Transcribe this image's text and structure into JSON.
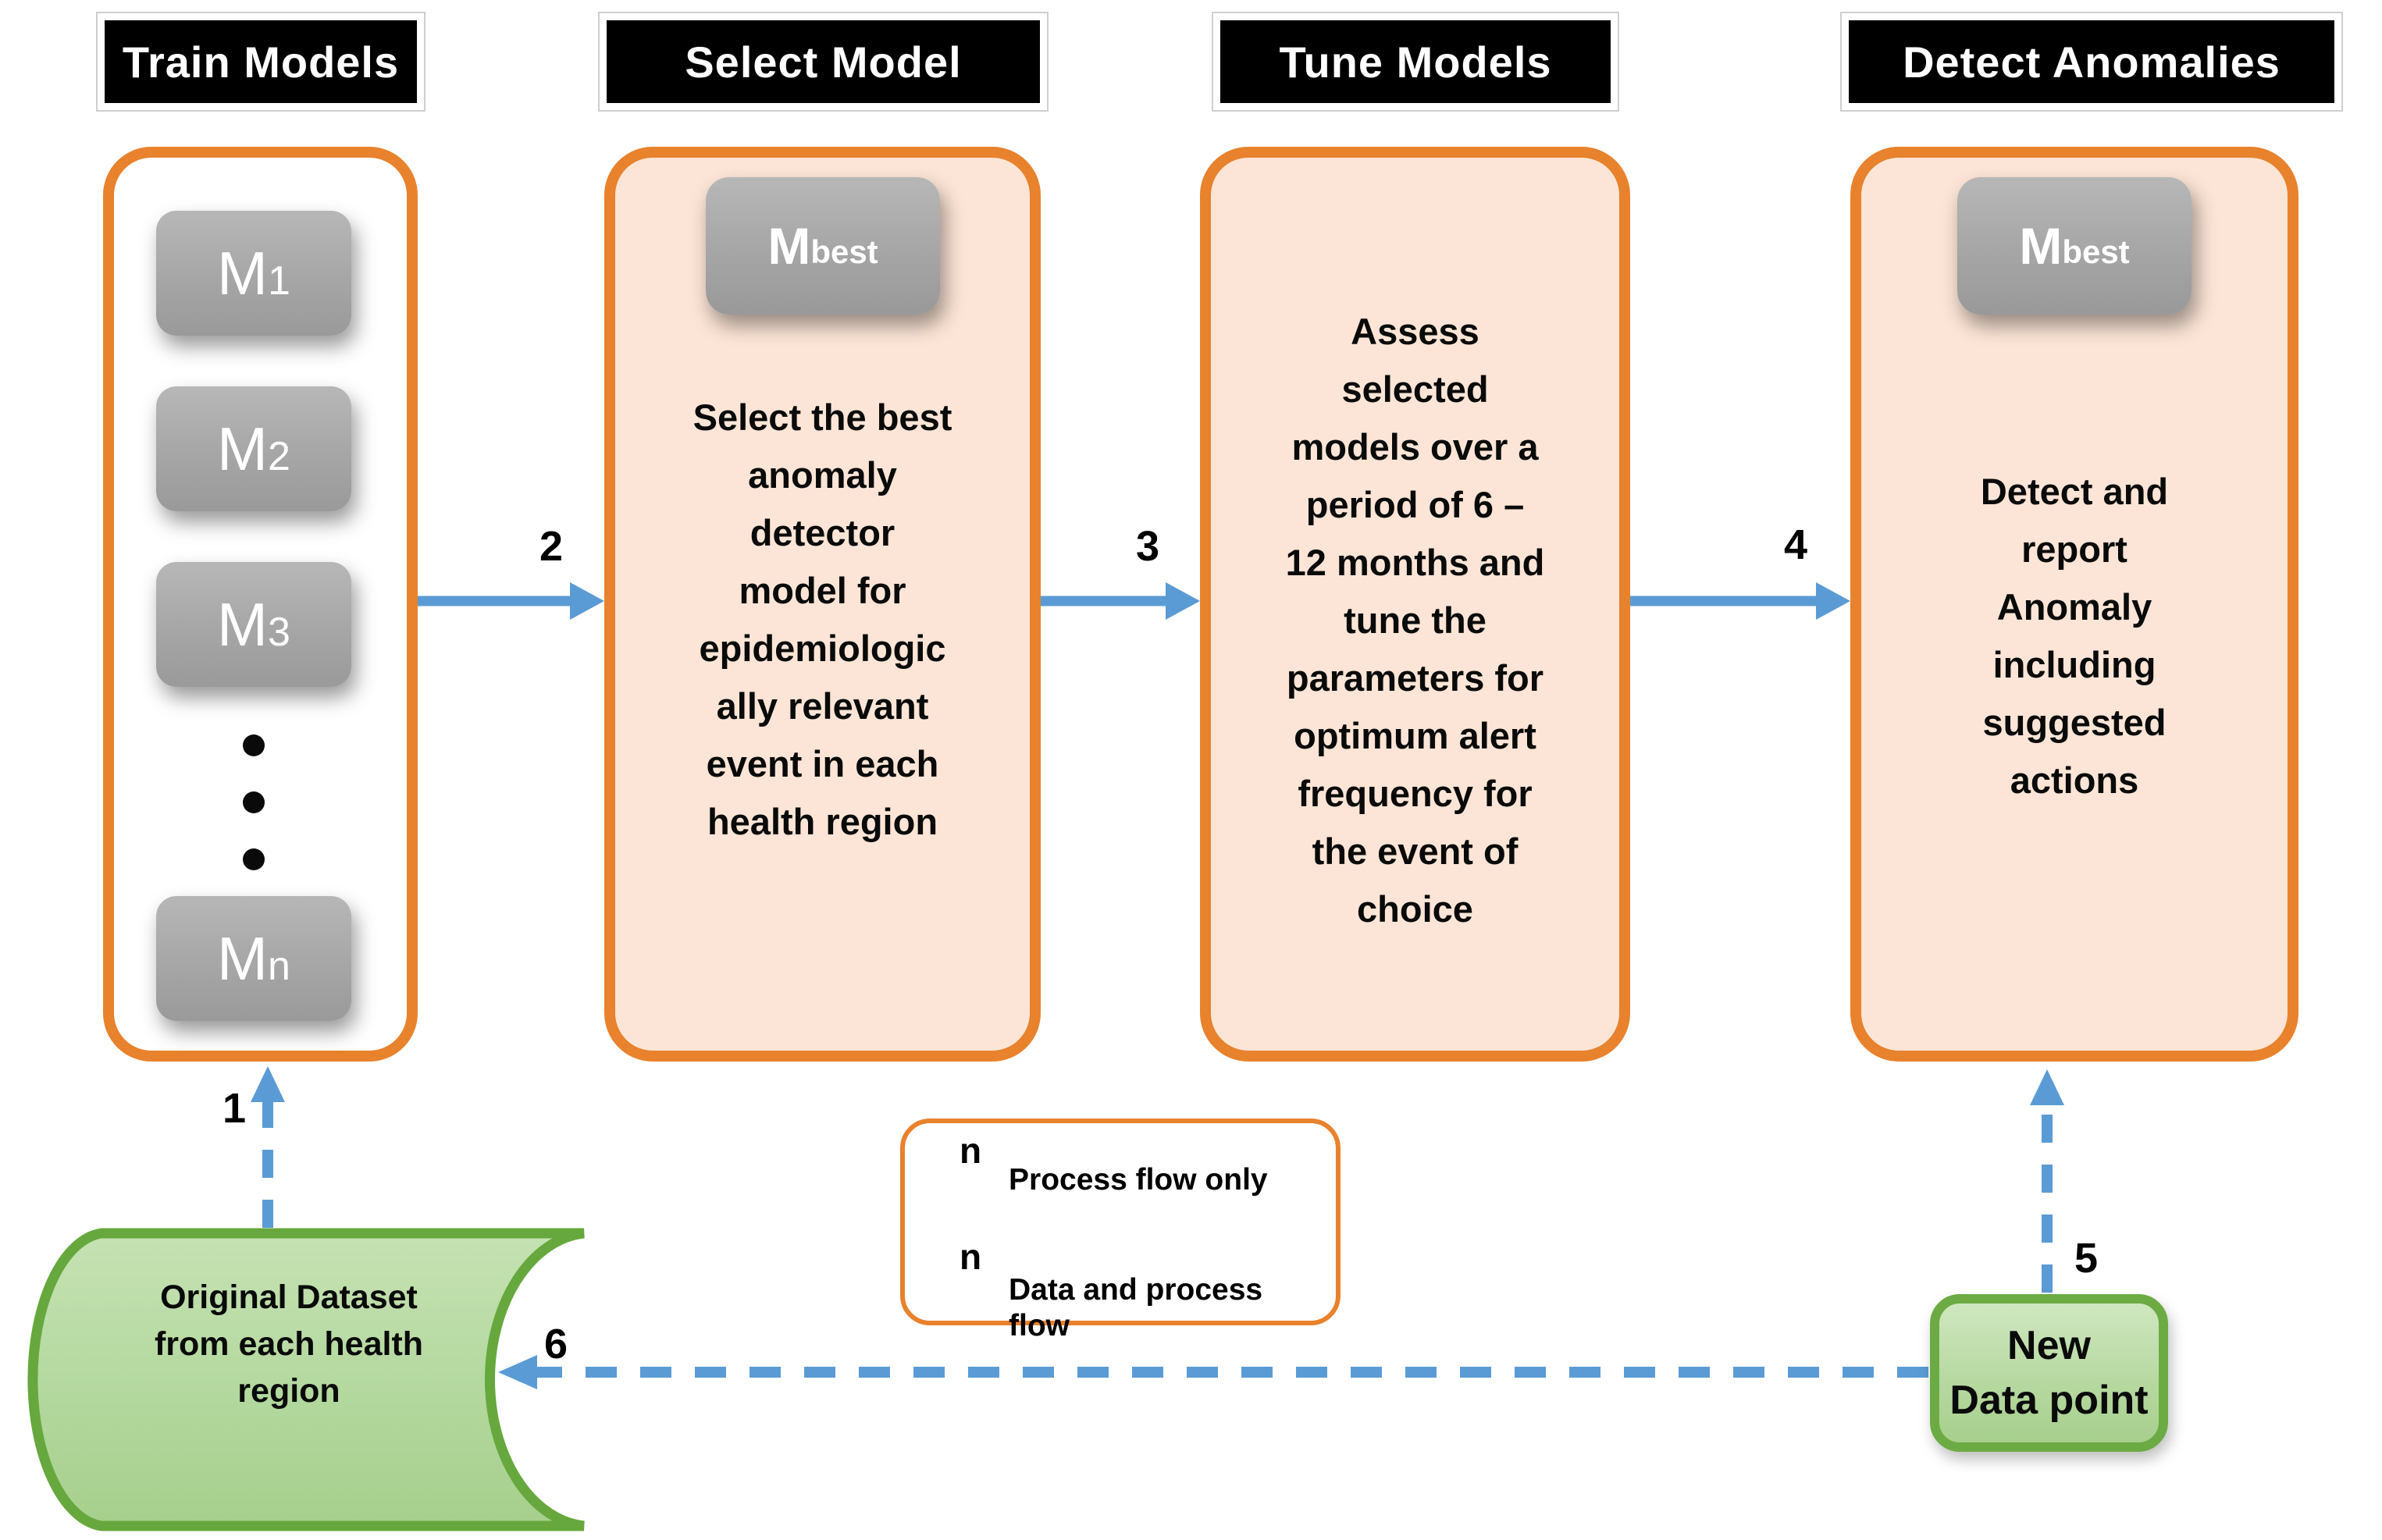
{
  "headers": {
    "train": "Train Models",
    "select": "Select Model",
    "tune": "Tune Models",
    "detect": "Detect Anomalies"
  },
  "train_panel": {
    "models": [
      {
        "base": "M",
        "sub": "1"
      },
      {
        "base": "M",
        "sub": "2"
      },
      {
        "base": "M",
        "sub": "3"
      }
    ],
    "ellipsis_icon": "vertical-dots",
    "last_model": {
      "base": "M",
      "sub": "n"
    }
  },
  "select_panel": {
    "badge": {
      "base": "M",
      "sub": "best"
    },
    "body": "Select the best\nanomaly\ndetector\nmodel for\nepidemiologic\nally relevant\nevent in each\nhealth region"
  },
  "tune_panel": {
    "body": "Assess\nselected\nmodels  over a\nperiod of 6 –\n12 months and\ntune the\nparameters for\noptimum alert\nfrequency for\nthe event of\nchoice"
  },
  "detect_panel": {
    "badge": {
      "base": "M",
      "sub": "best"
    },
    "body": "Detect and\nreport\nAnomaly\nincluding\nsuggested\nactions"
  },
  "flow_labels": {
    "step1": "1",
    "step2": "2",
    "step3": "3",
    "step4": "4",
    "step5": "5",
    "step6": "6"
  },
  "legend": {
    "solid": {
      "n": "n",
      "label": "Process flow only"
    },
    "dashed": {
      "n": "n",
      "label": "Data and process\nflow"
    }
  },
  "dataset": {
    "label": "Original Dataset\nfrom each health\nregion"
  },
  "new_data": {
    "label": "New\nData point"
  },
  "colors": {
    "accent_orange": "#E8822D",
    "panel_peach": "#FCE5D6",
    "arrow_blue": "#5B9BD5",
    "green_border": "#66A83D",
    "green_fill": "#B7D9A1",
    "gray_chip": "#A6A6A6",
    "header_bg": "#000000",
    "header_text": "#FFFFFF"
  }
}
